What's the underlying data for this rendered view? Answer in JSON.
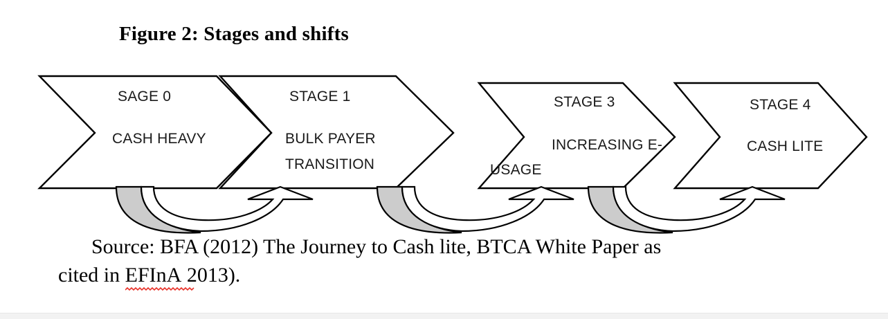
{
  "figure": {
    "title": "Figure 2: Stages and shifts"
  },
  "diagram": {
    "type": "chevron-process-flow",
    "stages": [
      {
        "heading": "SAGE 0",
        "body": "CASH HEAVY"
      },
      {
        "heading": "STAGE 1",
        "body_line1": "BULK PAYER",
        "body_line2": "TRANSITION"
      },
      {
        "heading": "STAGE 3",
        "body_line1": "INCREASING E-",
        "body_line2": "USAGE"
      },
      {
        "heading": "STAGE 4",
        "body": "CASH LITE"
      }
    ],
    "shift_arrows_count": 3,
    "colors": {
      "outline": "#000000",
      "shape_fill": "#ffffff",
      "arrow_shadow_fill": "#cccccc",
      "text": "#1a1a1a"
    }
  },
  "source_note": {
    "line1_part1": "Source: BFA (2012) The Journey to Cash lite, BTCA White Paper as",
    "line2_part1": "cited in ",
    "line2_misspelled": "EFInA",
    "line2_part2": " 2013).",
    "spellcheck_underline_color": "#e8332a"
  }
}
